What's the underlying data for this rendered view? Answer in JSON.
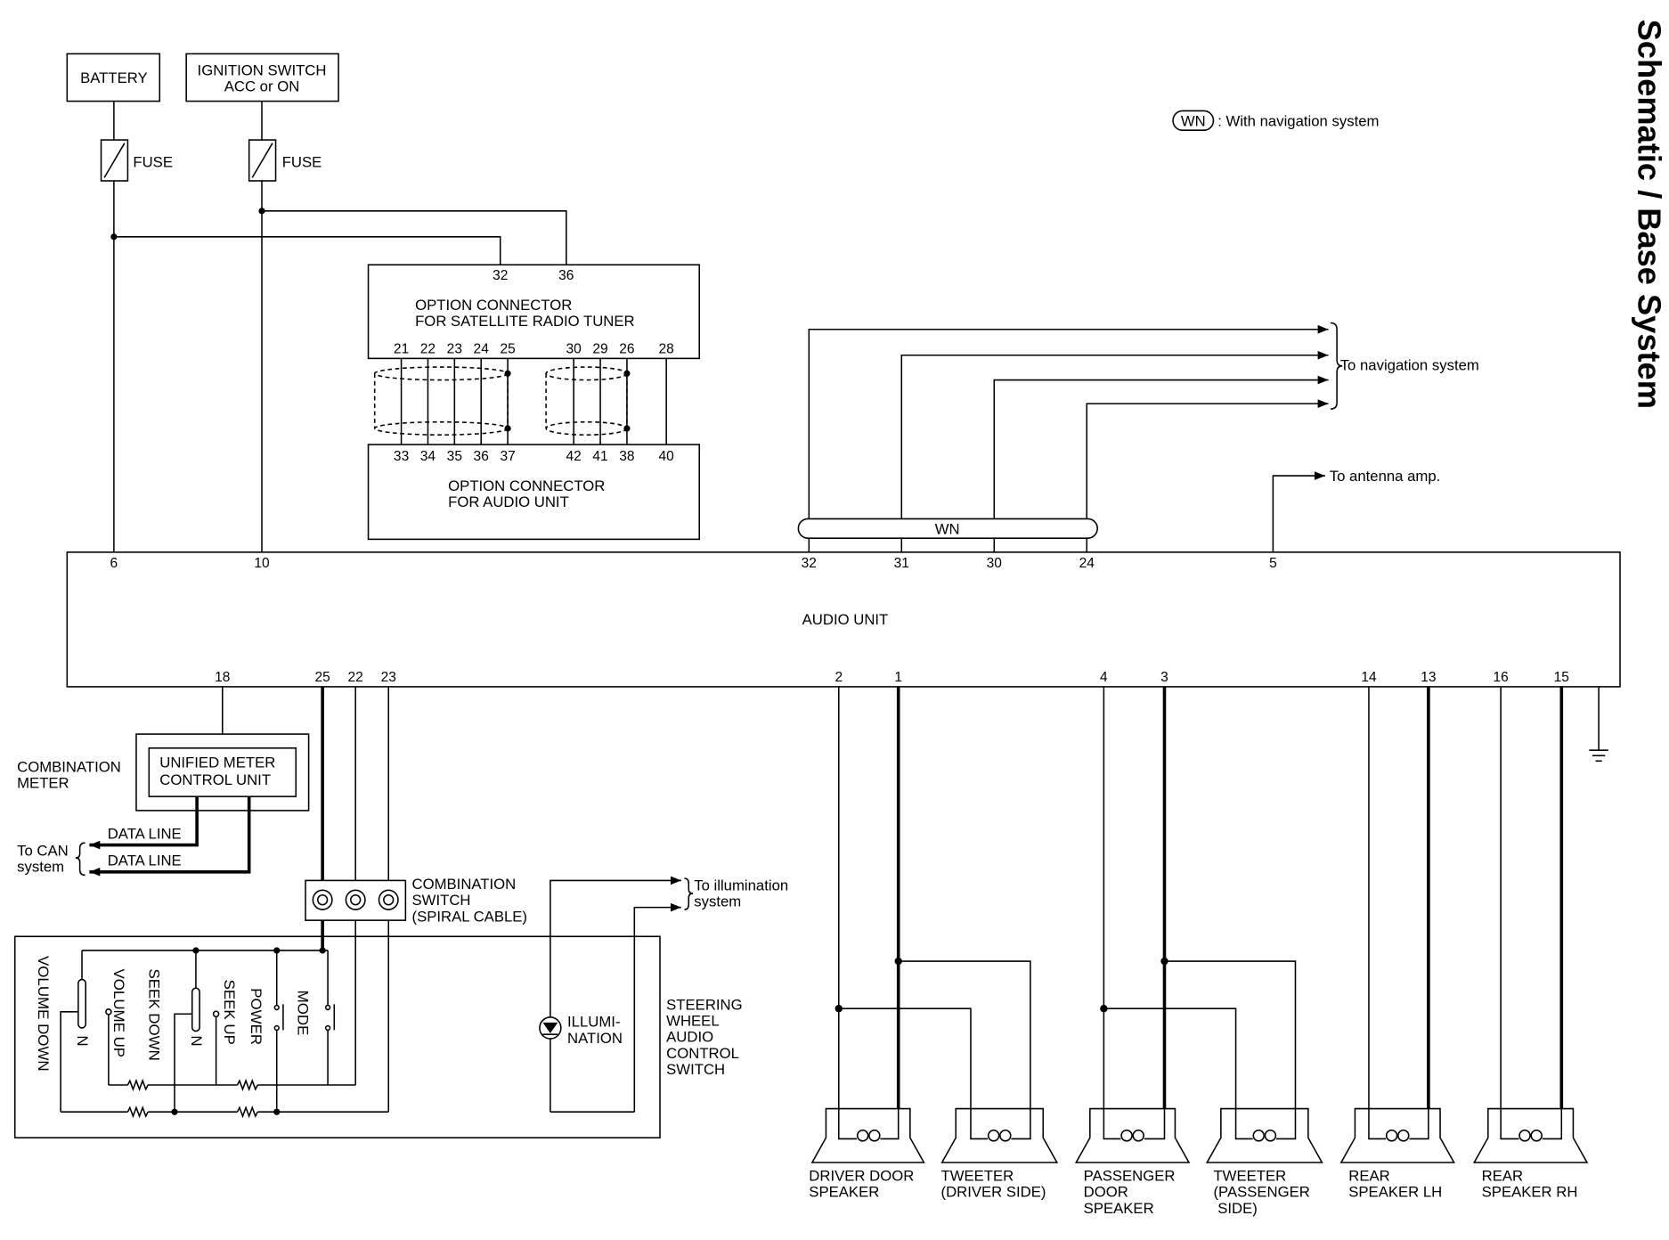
{
  "title": "Schematic / Base System",
  "legend": {
    "code": "WN",
    "text": ": With navigation system"
  },
  "battery": "BATTERY",
  "ignition": {
    "line1": "IGNITION SWITCH",
    "line2": "ACC or ON"
  },
  "fuse": "FUSE",
  "sat_connector": {
    "line1": "OPTION CONNECTOR",
    "line2": "FOR SATELLITE RADIO TUNER",
    "top_pins": [
      "32",
      "36"
    ],
    "bottom_pins": [
      "21",
      "22",
      "23",
      "24",
      "25",
      "30",
      "29",
      "26",
      "28"
    ]
  },
  "audio_connector": {
    "line1": "OPTION CONNECTOR",
    "line2": "FOR AUDIO UNIT",
    "pins": [
      "33",
      "34",
      "35",
      "36",
      "37",
      "42",
      "41",
      "38",
      "40"
    ]
  },
  "navigation": {
    "bundle": "WN",
    "label": "To navigation system"
  },
  "antenna": "To antenna amp.",
  "audio_unit": {
    "label": "AUDIO UNIT",
    "top_pins": [
      "6",
      "10",
      "32",
      "31",
      "30",
      "24",
      "5"
    ],
    "bottom_pins": [
      "18",
      "25",
      "22",
      "23",
      "2",
      "1",
      "4",
      "3",
      "14",
      "13",
      "16",
      "15"
    ]
  },
  "meter": {
    "line1": "COMBINATION",
    "line2": "METER",
    "unit_line1": "UNIFIED METER",
    "unit_line2": "CONTROL UNIT",
    "data_line": "DATA LINE",
    "can_line1": "To CAN",
    "can_line2": "system"
  },
  "combination_switch": {
    "line1": "COMBINATION",
    "line2": "SWITCH",
    "line3": "(SPIRAL CABLE)"
  },
  "illumination": {
    "to_line1": "To illumination",
    "to_line2": "system",
    "lamp_line1": "ILLUMI-",
    "lamp_line2": "NATION"
  },
  "steering_switch": {
    "lines": [
      "STEERING",
      "WHEEL",
      "AUDIO",
      "CONTROL",
      "SWITCH"
    ],
    "switches": [
      "VOLUME DOWN",
      "N",
      "VOLUME UP",
      "SEEK DOWN",
      "N",
      "SEEK UP",
      "POWER",
      "MODE"
    ]
  },
  "speakers": [
    {
      "lines": [
        "DRIVER DOOR",
        "SPEAKER"
      ]
    },
    {
      "lines": [
        "TWEETER",
        "(DRIVER SIDE)"
      ]
    },
    {
      "lines": [
        "PASSENGER",
        "DOOR",
        "SPEAKER"
      ]
    },
    {
      "lines": [
        "TWEETER",
        "(PASSENGER",
        "SIDE)"
      ]
    },
    {
      "lines": [
        "REAR",
        "SPEAKER LH"
      ]
    },
    {
      "lines": [
        "REAR",
        "SPEAKER RH"
      ]
    }
  ]
}
